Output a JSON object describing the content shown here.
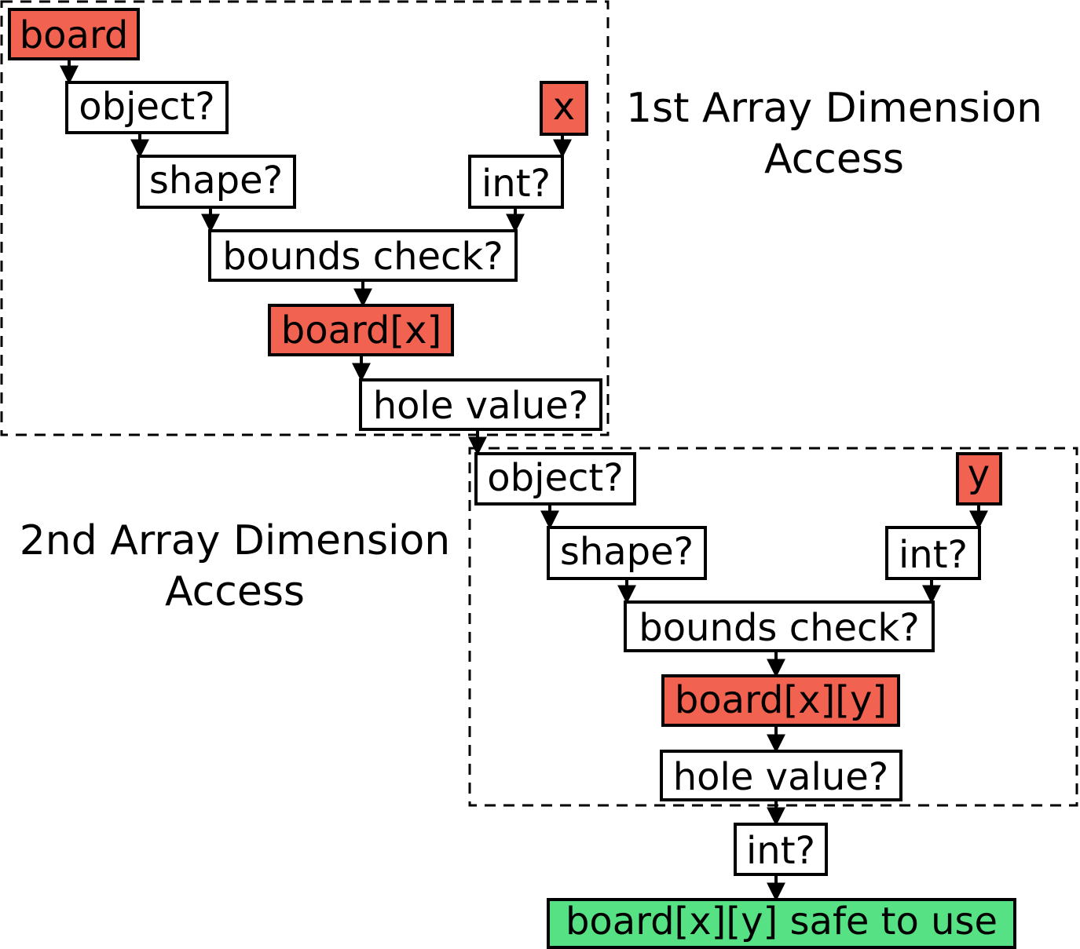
{
  "colors": {
    "value_node": "#f16250",
    "check_node": "#ffffff",
    "result_node": "#56e184",
    "stroke": "#000000"
  },
  "regions": {
    "first": {
      "label_line1": "1st Array Dimension",
      "label_line2": "Access"
    },
    "second": {
      "label_line1": "2nd Array Dimension",
      "label_line2": "Access"
    }
  },
  "nodes": {
    "board": "board",
    "object1": "object?",
    "x": "x",
    "shape1": "shape?",
    "int_x": "int?",
    "bounds1": "bounds check?",
    "board_x": "board[x]",
    "hole1": "hole value?",
    "object2": "object?",
    "y": "y",
    "shape2": "shape?",
    "int_y": "int?",
    "bounds2": "bounds check?",
    "board_xy": "board[x][y]",
    "hole2": "hole value?",
    "int_final": "int?",
    "safe": "board[x][y] safe to use"
  }
}
